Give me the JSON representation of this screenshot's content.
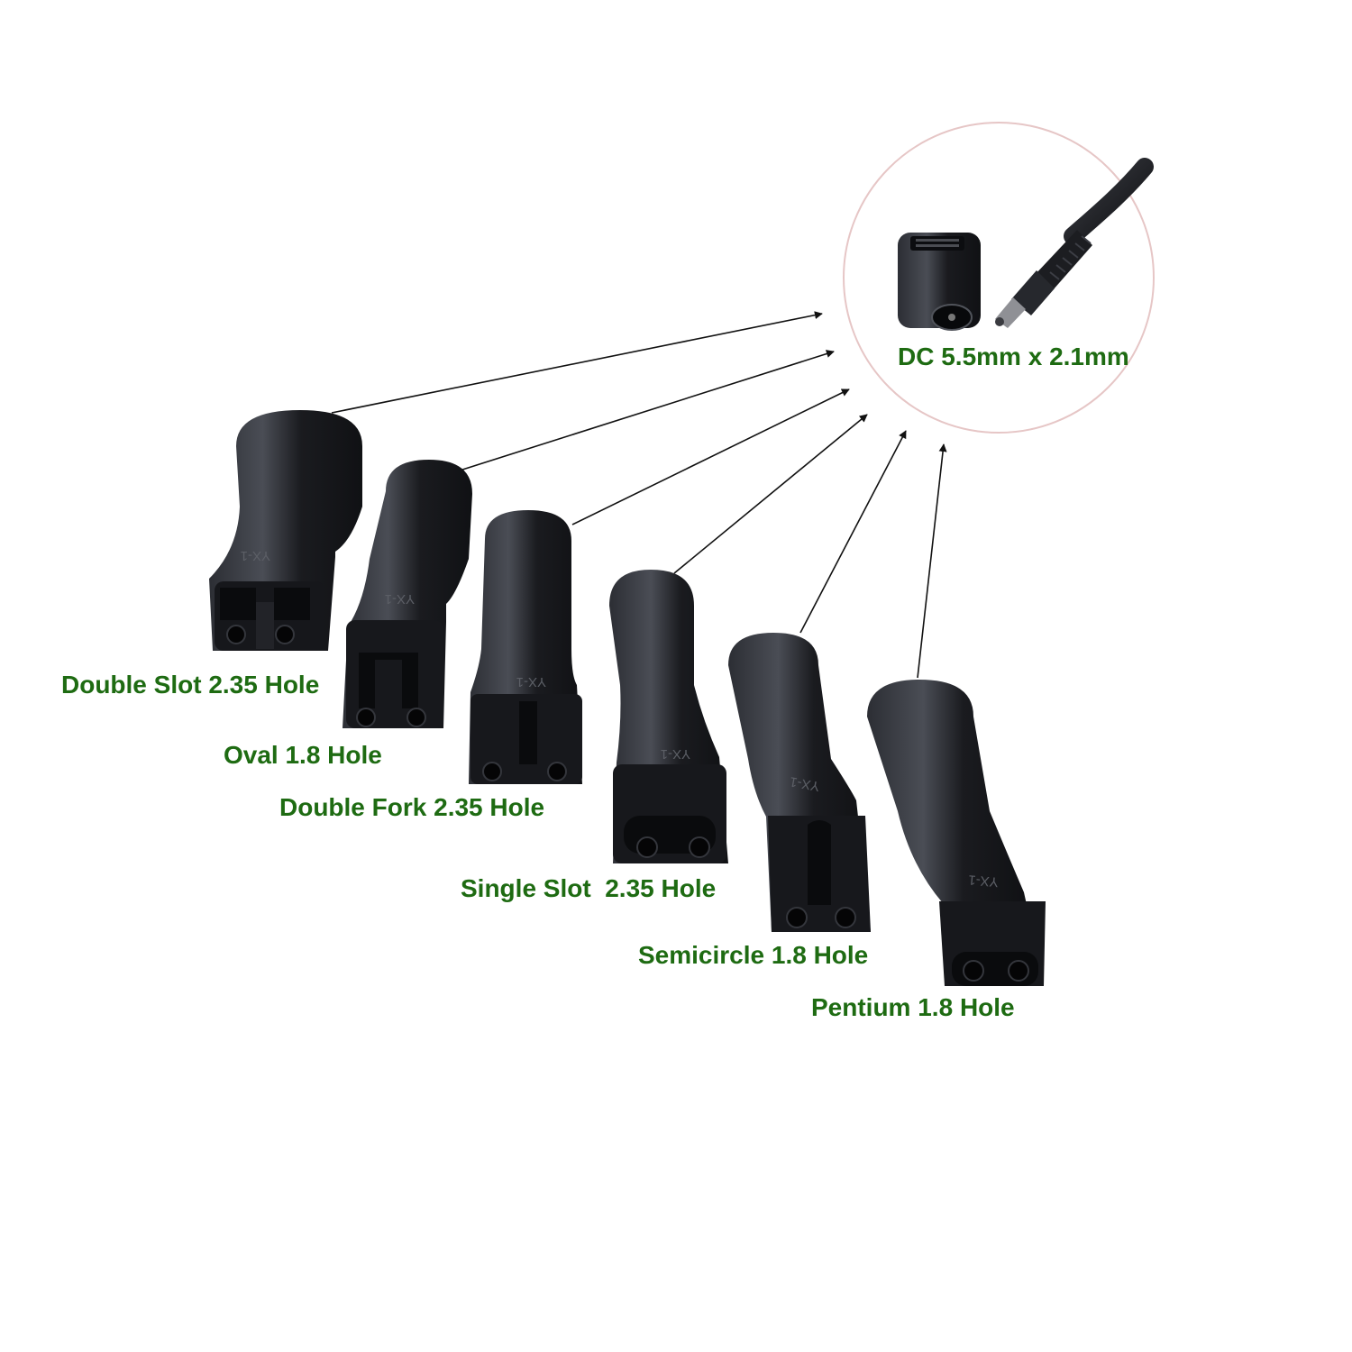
{
  "colors": {
    "label": "#1e6b12",
    "plug_body": "#1a1b1f",
    "plug_highlight": "#4a4d55",
    "arrow": "#222222",
    "circle_border": "#e6c6c6"
  },
  "dc_connector": {
    "label": "DC 5.5mm x 2.1mm",
    "icon": "dc-barrel-plug-and-socket"
  },
  "adapters": [
    {
      "label": "Double Slot 2.35 Hole",
      "marking": "YX-1",
      "tip": "double-slot"
    },
    {
      "label": "Oval 1.8 Hole",
      "marking": "YX-1",
      "tip": "oval"
    },
    {
      "label": "Double Fork 2.35 Hole",
      "marking": "YX-1",
      "tip": "double-fork"
    },
    {
      "label": "Single Slot  2.35 Hole",
      "marking": "YX-1",
      "tip": "single-slot"
    },
    {
      "label": "Semicircle 1.8 Hole",
      "marking": "YX-1",
      "tip": "semicircle"
    },
    {
      "label": "Pentium 1.8 Hole",
      "marking": "YX-1",
      "tip": "pentium"
    }
  ]
}
